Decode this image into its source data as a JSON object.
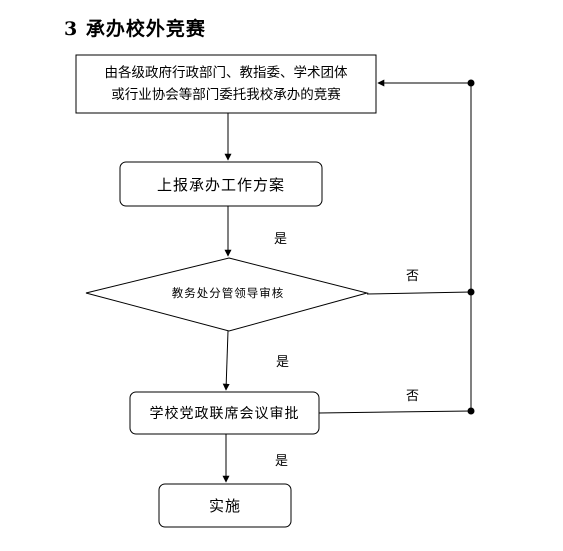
{
  "heading": "3 承办校外竞赛",
  "nodes": {
    "source": {
      "line1": "由各级政府行政部门、教指委、学术团体",
      "line2": "或行业协会等部门委托我校承办的竞赛"
    },
    "submit_plan": "上报承办工作方案",
    "academic_review": "教务处分管领导审核",
    "party_meeting": "学校党政联席会议审批",
    "implement": "实施"
  },
  "edge_labels": {
    "yes_1": "是",
    "yes_2": "是",
    "yes_3": "是",
    "no_1": "否",
    "no_2": "否"
  }
}
